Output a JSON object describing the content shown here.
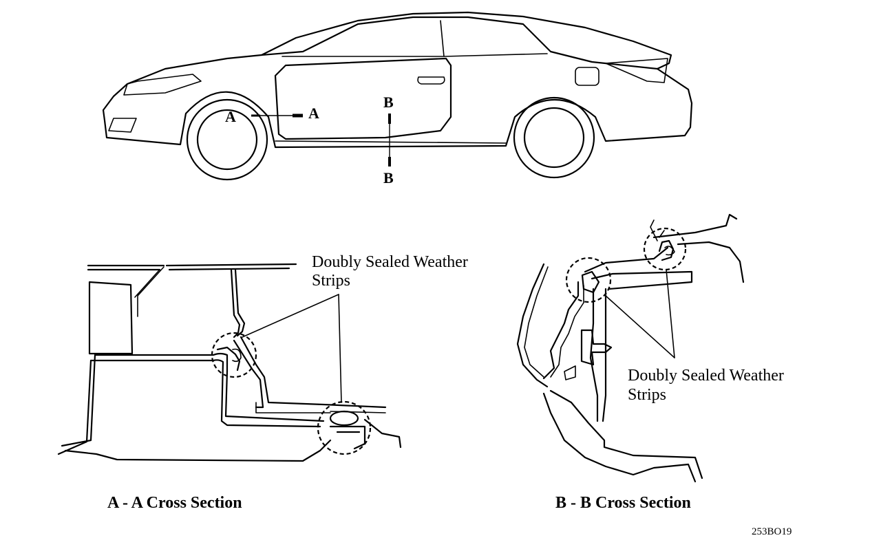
{
  "car_view": {
    "section_a_left": "A",
    "section_a_right": "A",
    "section_b_top": "B",
    "section_b_bottom": "B"
  },
  "section_a": {
    "caption": "A - A Cross Section",
    "note_line1": "Doubly Sealed Weather",
    "note_line2": "Strips"
  },
  "section_b": {
    "caption": "B - B Cross Section",
    "note_line1": "Doubly Sealed Weather",
    "note_line2": "Strips"
  },
  "figure_code": "253BO19"
}
